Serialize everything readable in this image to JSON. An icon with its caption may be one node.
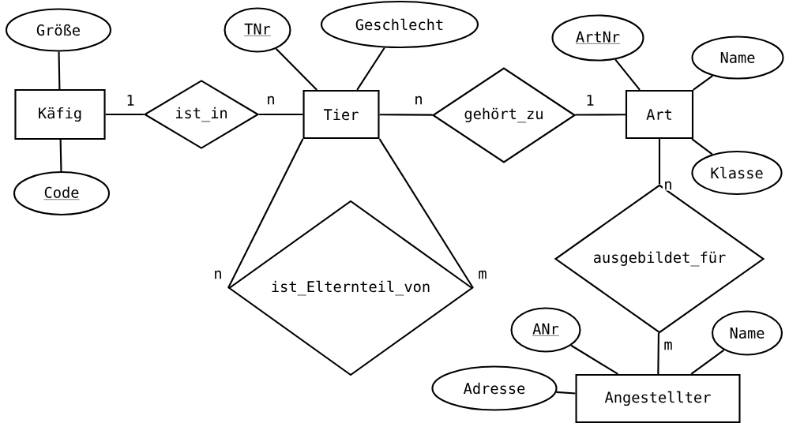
{
  "diagram": {
    "nodes": [
      {
        "text": [
          "Größe"
        ]
      },
      {
        "text": [
          "TNr"
        ]
      },
      {
        "text": [
          "Geschlecht"
        ]
      },
      {
        "text": [
          "ArtNr"
        ]
      },
      {
        "text": [
          "Name"
        ]
      },
      {
        "text": [
          "Käfig"
        ]
      },
      {
        "text": [
          "ist_in"
        ]
      },
      {
        "text": [
          "Tier"
        ]
      },
      {
        "text": [
          "gehört_zu"
        ]
      },
      {
        "text": [
          "Art"
        ]
      },
      {
        "text": [
          "Klasse"
        ]
      },
      {
        "text": [
          "Code"
        ]
      },
      {
        "text": [
          "ausgebildet_für"
        ]
      },
      {
        "text": [
          "ist_Elternteil_von"
        ]
      },
      {
        "text": [
          "ANr"
        ]
      },
      {
        "text": [
          "Name"
        ]
      },
      {
        "text": [
          "Adresse"
        ]
      },
      {
        "text": [
          "Angestellter"
        ]
      }
    ],
    "edges": [
      {
        "from": 0,
        "to": 5,
        "arrow": "none"
      },
      {
        "from": 5,
        "to": 11,
        "arrow": "none"
      },
      {
        "from": 5,
        "to": 6,
        "arrow": "none",
        "label": "1"
      },
      {
        "from": 6,
        "to": 7,
        "arrow": "none",
        "label": "n"
      },
      {
        "from": 1,
        "to": 7,
        "arrow": "none"
      },
      {
        "from": 2,
        "to": 7,
        "arrow": "none"
      },
      {
        "from": 7,
        "to": 8,
        "arrow": "none",
        "label": "n"
      },
      {
        "from": 8,
        "to": 9,
        "arrow": "none",
        "label": "1"
      },
      {
        "from": 3,
        "to": 9,
        "arrow": "none"
      },
      {
        "from": 4,
        "to": 9,
        "arrow": "none"
      },
      {
        "from": 10,
        "to": 9,
        "arrow": "none"
      },
      {
        "from": 9,
        "to": 12,
        "arrow": "none",
        "label": "n"
      },
      {
        "from": 12,
        "to": 17,
        "arrow": "none",
        "label": "m"
      },
      {
        "from": 14,
        "to": 17,
        "arrow": "none"
      },
      {
        "from": 15,
        "to": 17,
        "arrow": "none"
      },
      {
        "from": 16,
        "to": 17,
        "arrow": "none"
      },
      {
        "from": 7,
        "to": 13,
        "arrow": "none",
        "label": "n"
      },
      {
        "from": 7,
        "to": 13,
        "arrow": "none",
        "label": "m"
      }
    ]
  }
}
